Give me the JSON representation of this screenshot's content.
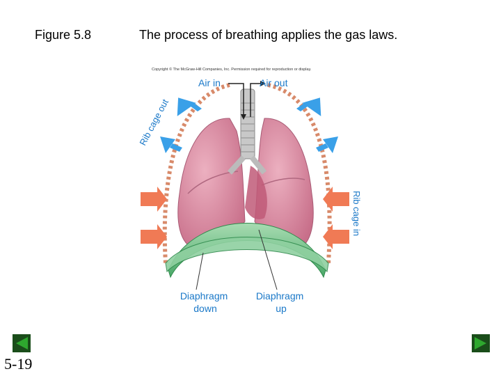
{
  "header": {
    "figure_label": "Figure 5.8",
    "title": "The process of breathing applies the gas laws."
  },
  "diagram": {
    "copyright": "Copyright © The McGraw-Hill Companies, Inc. Permission required for reproduction or display.",
    "labels": {
      "air_in": "Air in",
      "air_out": "Air out",
      "rib_cage_out": "Rib cage out",
      "rib_cage_in": "Rib cage in",
      "diaphragm_down_1": "Diaphragm",
      "diaphragm_down_2": "down",
      "diaphragm_up_1": "Diaphragm",
      "diaphragm_up_2": "up"
    },
    "colors": {
      "lung": "#d98aa0",
      "lung_dark": "#b8657f",
      "diaphragm": "#7fc58f",
      "diaphragm_dark": "#3f9a5a",
      "arrow_out": "#3aa0e8",
      "arrow_in": "#f07a55",
      "label": "#1a78c8",
      "rib": "#d88a6a"
    }
  },
  "footer": {
    "page_number": "5-19"
  },
  "nav": {
    "prev_icon": "triangle-left-icon",
    "next_icon": "triangle-right-icon"
  }
}
